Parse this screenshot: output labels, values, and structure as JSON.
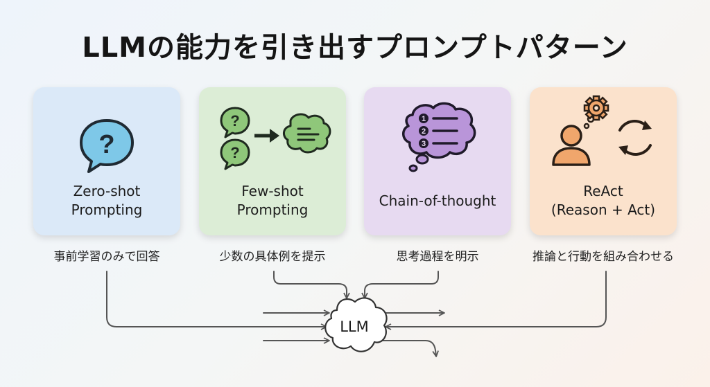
{
  "title": "LLMの能力を引き出すプロンプトパターン",
  "cards": [
    {
      "line1": "Zero-shot",
      "line2": "Prompting",
      "desc": "事前学習のみで回答",
      "color": "#dbe9f8",
      "icon": "question-bubble-icon"
    },
    {
      "line1": "Few-shot",
      "line2": "Prompting",
      "desc": "少数の具体例を提示",
      "color": "#dcedd6",
      "icon": "examples-to-cloud-icon"
    },
    {
      "line1": "Chain-of-thought",
      "line2": "",
      "desc": "思考過程を明示",
      "color": "#e7daf1",
      "icon": "numbered-thought-icon"
    },
    {
      "line1": "ReAct",
      "line2": "(Reason + Act)",
      "desc": "推論と行動を組み合わせる",
      "color": "#fbe2cc",
      "icon": "person-gear-cycle-icon"
    }
  ],
  "center": {
    "label": "LLM"
  }
}
